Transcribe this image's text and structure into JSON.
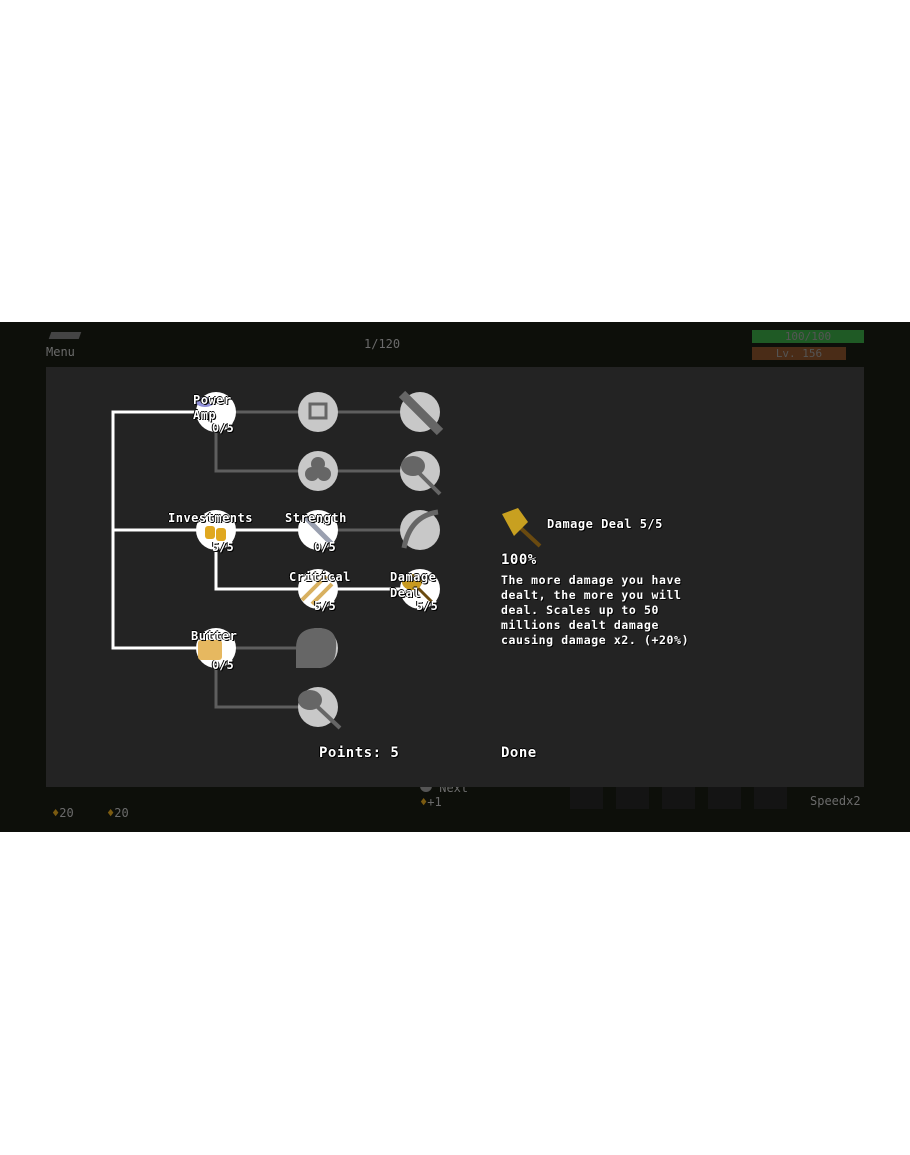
{
  "hud": {
    "menu_label": "Menu",
    "wave": "1/120",
    "health": "100/100",
    "level": "Lv. 156",
    "next_label": "Next",
    "next_bonus": "+1",
    "unit_costs": [
      "20",
      "20"
    ],
    "speed_label": "Speedx2"
  },
  "tree": {
    "nodes": [
      {
        "name": "Power Amp",
        "line1": "Power",
        "line2": "Amp",
        "count": "0/5"
      },
      {
        "name": "Investments",
        "count": "5/5"
      },
      {
        "name": "Strength",
        "count": "0/5"
      },
      {
        "name": "Critical",
        "count": "5/5"
      },
      {
        "name": "Damage Deal",
        "line1": "Damage",
        "line2": "Deal",
        "count": "5/5"
      },
      {
        "name": "Butter",
        "count": "0/5"
      }
    ],
    "locked_icons": [
      "fangs-icon",
      "sword-icon",
      "clover-icon",
      "axe-icon",
      "bow-icon",
      "blob-icon",
      "axe-icon"
    ]
  },
  "detail": {
    "title": "Damage Deal 5/5",
    "value": "100%",
    "description": "The more damage you have dealt, the more you will deal. Scales up to 50 millions dealt damage causing damage x2. (+20%)"
  },
  "footer": {
    "points": "Points: 5",
    "done": "Done"
  },
  "colors": {
    "panel": "#232323",
    "health": "#1f5a25",
    "level": "#4a2c17"
  }
}
